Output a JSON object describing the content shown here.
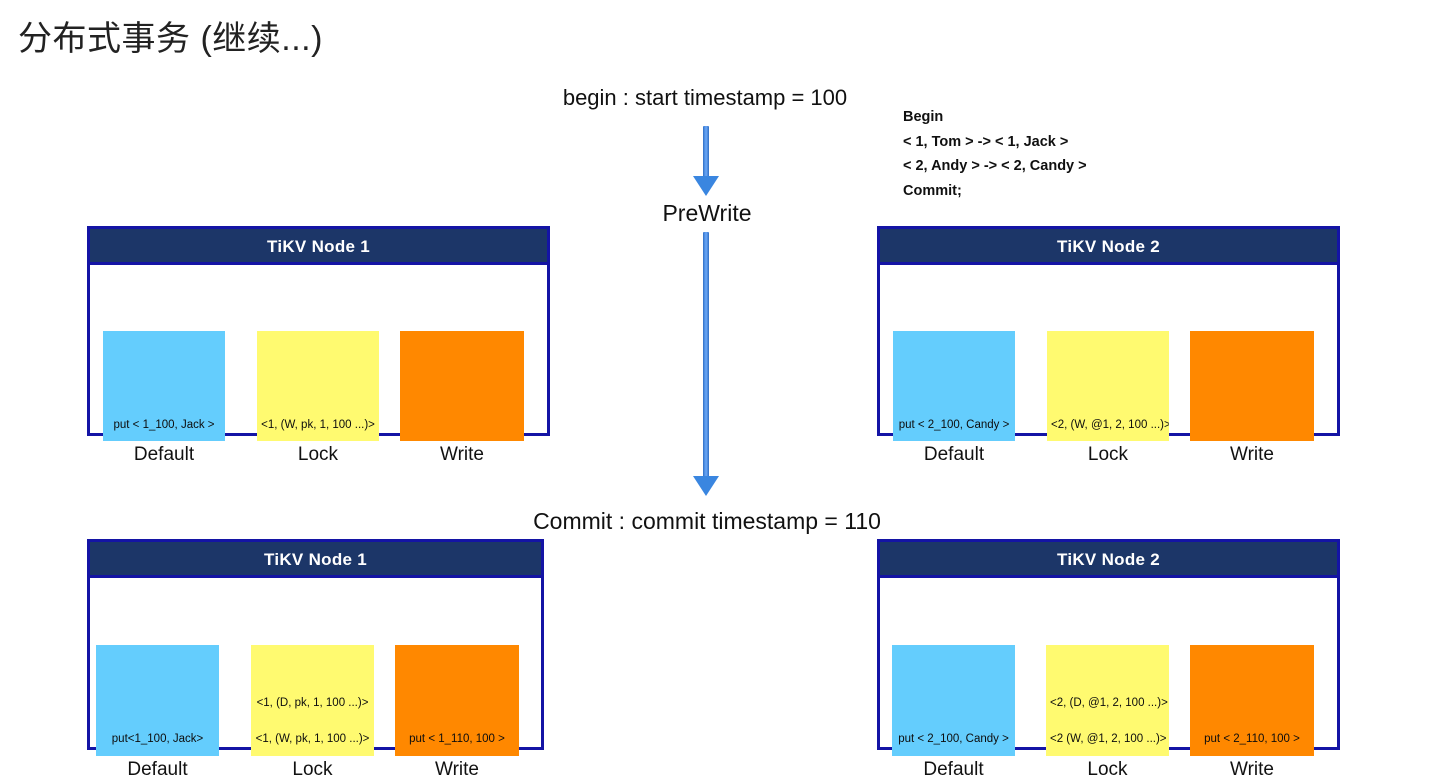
{
  "slide": {
    "title": "分布式事务 (继续...)"
  },
  "flow": {
    "begin_label": "begin : start timestamp = 100",
    "prewrite_label": "PreWrite",
    "commit_label": "Commit : commit timestamp = 110",
    "arrow_color": "#3a86e0"
  },
  "transaction_code": {
    "lines": [
      "Begin",
      " < 1,  Tom > -> < 1,  Jack >",
      "< 2,  Andy > -> < 2, Candy >",
      "Commit;"
    ]
  },
  "colors": {
    "header_navy": "#1c3668",
    "panel_border": "#1414a5",
    "default_cf": "#64cdfd",
    "lock_cf": "#fffa70",
    "write_cf": "#ff8800"
  },
  "column_labels": {
    "default": "Default",
    "lock": "Lock",
    "write": "Write"
  },
  "stages": {
    "prewrite": {
      "node1": {
        "title": "TiKV Node 1",
        "default": [
          "put < 1_100, Jack >"
        ],
        "lock": [
          "<1, (W, pk, 1, 100 ...)>"
        ],
        "write": []
      },
      "node2": {
        "title": "TiKV Node 2",
        "default": [
          "put < 2_100, Candy >"
        ],
        "lock": [
          "<2, (W, @1, 2, 100 ...)>"
        ],
        "write": []
      }
    },
    "commit": {
      "node1": {
        "title": "TiKV Node 1",
        "default": [
          "put<1_100, Jack>"
        ],
        "lock": [
          "<1, (D, pk, 1, 100 ...)>",
          "<1, (W, pk, 1, 100 ...)>"
        ],
        "write": [
          "put < 1_110, 100 >"
        ]
      },
      "node2": {
        "title": "TiKV Node 2",
        "default": [
          "put < 2_100, Candy >"
        ],
        "lock": [
          "<2, (D, @1, 2, 100 ...)>",
          "<2 (W, @1, 2, 100 ...)>"
        ],
        "write": [
          "put < 2_110, 100 >"
        ]
      }
    }
  }
}
